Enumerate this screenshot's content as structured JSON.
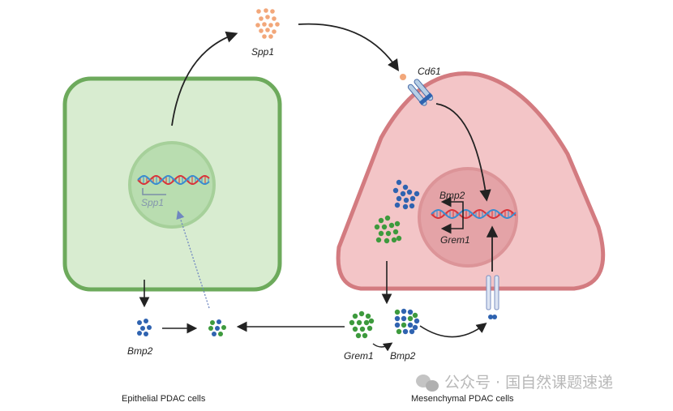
{
  "labels": {
    "spp1_secreted": "Spp1",
    "spp1_gene": "Spp1",
    "cd61": "Cd61",
    "bmp2_gene": "Bmp2",
    "grem1_gene": "Grem1",
    "bmp2_left": "Bmp2",
    "grem1_bottom": "Grem1",
    "bmp2_bottom": "Bmp2"
  },
  "captions": {
    "epithelial": "Epithelial PDAC cells",
    "mesenchymal": "Mesenchymal PDAC cells"
  },
  "watermark": "公众号 · 国自然课题速递",
  "colors": {
    "epithelial_cell": "#d8ecd0",
    "epithelial_border": "#6daa5c",
    "mesenchymal_cell": "#f3c5c7",
    "mesenchymal_border": "#d37b80",
    "spp1": "#f2a77a",
    "bmp2": "#2f63b0",
    "grem1": "#3d9a3d",
    "dna_red": "#d9343a",
    "dna_blue": "#3a8ccf"
  }
}
